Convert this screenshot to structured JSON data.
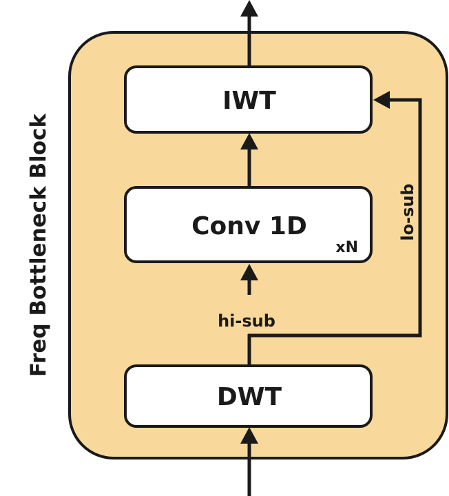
{
  "block": {
    "title": "Freq Bottleneck Block",
    "fill_color": "#F9D99B",
    "stroke_color": "#1a1a1a"
  },
  "nodes": {
    "iwt": {
      "label": "IWT"
    },
    "conv": {
      "label": "Conv 1D",
      "repeat": "xN"
    },
    "dwt": {
      "label": "DWT"
    }
  },
  "edges": {
    "hi_sub": "hi-sub",
    "lo_sub": "lo-sub"
  }
}
